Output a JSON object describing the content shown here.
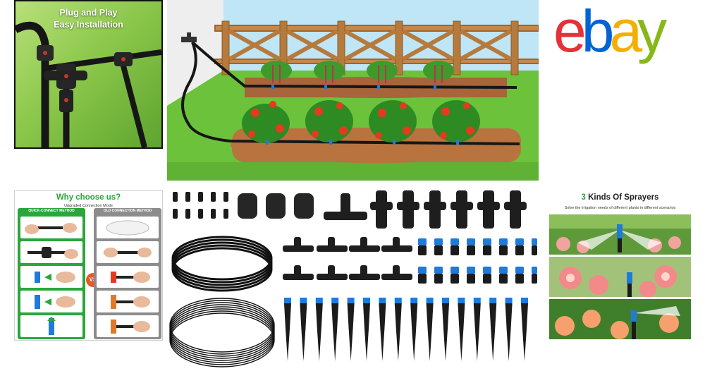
{
  "tiles": {
    "plug": {
      "line1": "Plug and Play",
      "line2": "Easy Installation"
    },
    "logo": {
      "letters": [
        "e",
        "b",
        "a",
        "y"
      ],
      "colors": [
        "#e53238",
        "#0064d2",
        "#f5af02",
        "#86b817"
      ]
    },
    "why": {
      "title": "Why choose us?",
      "subtitle": "Upgraded Connection Mode",
      "left_heading": "QUICK-CONNECT METHOD",
      "right_heading": "OLD CONNECTION METHOD",
      "vs": "VS",
      "left_color": "#2aa63a",
      "right_color": "#8c8c8c"
    },
    "sprayers": {
      "title_num": "3",
      "title_rest": " Kinds Of Sprayers",
      "subtitle": "Solve the irrigation needs of different plants in different scenarios"
    }
  },
  "colors": {
    "tube": "#1b1b1b",
    "accent_blue": "#1f7ad8",
    "grass": "#6cc23a",
    "soil": "#a8643a",
    "tomato": "#e53a1f",
    "fence": "#b57a3c"
  }
}
